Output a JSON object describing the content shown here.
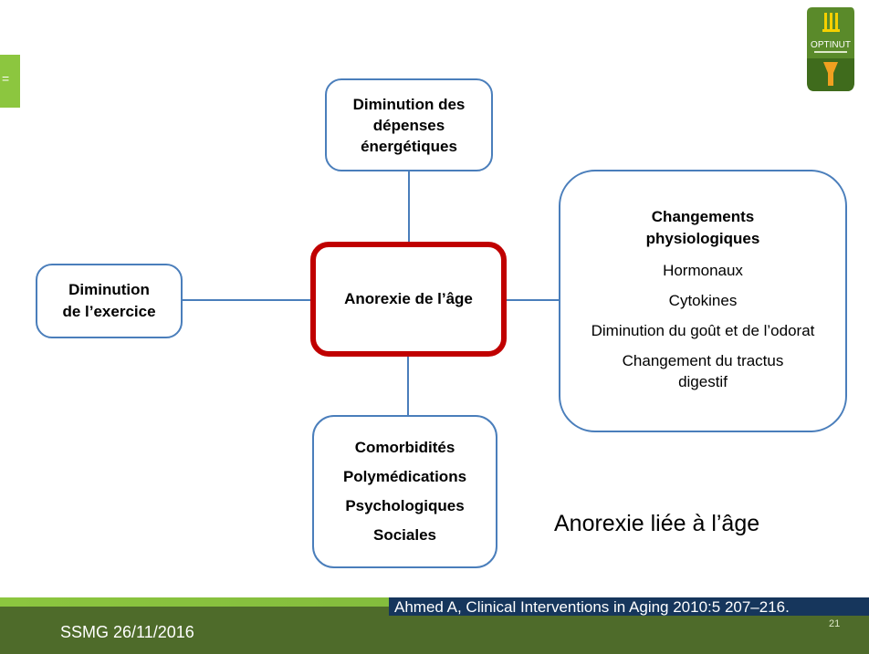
{
  "top_box": {
    "lines": [
      "Diminution des",
      "dépenses",
      "énergétiques"
    ]
  },
  "left_box": {
    "lines": [
      "Diminution",
      "de l’exercice"
    ]
  },
  "center_box": {
    "label": "Anorexie de l’âge"
  },
  "right_box": {
    "title_lines": [
      "Changements",
      "physiologiques"
    ],
    "items": [
      "Hormonaux",
      "Cytokines",
      "Diminution du goût et de l’odorat",
      "Changement du tractus digestif"
    ]
  },
  "bottom_box": {
    "items": [
      "Comorbidités",
      "Polymédications",
      "Psychologiques",
      "Sociales"
    ]
  },
  "caption": "Anorexie liée à l’âge",
  "footer": {
    "reference": "Ahmed A, Clinical Interventions in Aging 2010:5 207–216.",
    "date": "SSMG 26/11/2016",
    "slide_number": "21"
  },
  "logo": {
    "text": "OPTINUT"
  },
  "colors": {
    "box_border": "#4a7ebb",
    "center_border": "#c00000",
    "footer_green": "#4e6b2a",
    "accent_green": "#8cc63f",
    "reference_bg": "#16365c"
  }
}
